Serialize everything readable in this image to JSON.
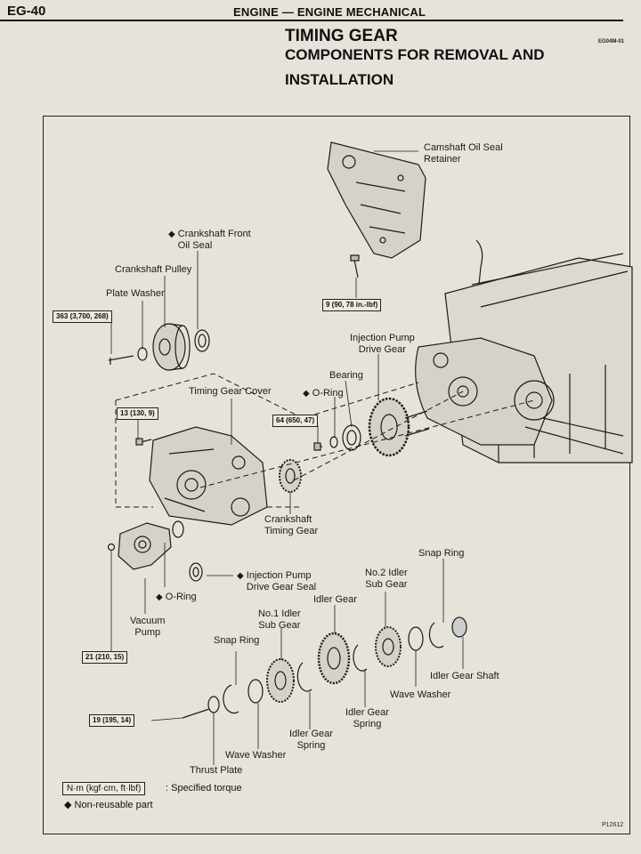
{
  "header": {
    "page_number": "EG-40",
    "section": "ENGINE — ENGINE MECHANICAL",
    "title_line1": "TIMING GEAR",
    "title_line2": "COMPONENTS FOR REMOVAL AND",
    "title_line3": "INSTALLATION",
    "code": "EG04M-01"
  },
  "parts": {
    "camshaft_oil_seal_retainer": "Camshaft Oil Seal\nRetainer",
    "crankshaft_front_oil_seal": "Crankshaft Front\nOil Seal",
    "crankshaft_pulley": "Crankshaft Pulley",
    "plate_washer": "Plate Washer",
    "injection_pump_drive_gear": "Injection Pump\nDrive Gear",
    "bearing": "Bearing",
    "o_ring_top": "O-Ring",
    "timing_gear_cover": "Timing Gear Cover",
    "crankshaft_timing_gear": "Crankshaft\nTiming Gear",
    "injection_pump_drive_gear_seal": "Injection Pump\nDrive Gear Seal",
    "o_ring_bottom": "O-Ring",
    "vacuum_pump": "Vacuum\nPump",
    "snap_ring_right": "Snap Ring",
    "no2_idler_sub_gear": "No.2 Idler\nSub Gear",
    "idler_gear": "Idler Gear",
    "no1_idler_sub_gear": "No.1 Idler\nSub Gear",
    "snap_ring_left": "Snap Ring",
    "idler_gear_shaft": "Idler Gear Shaft",
    "wave_washer_right": "Wave Washer",
    "idler_gear_spring_right": "Idler Gear\nSpring",
    "idler_gear_spring_left": "Idler Gear\nSpring",
    "wave_washer_left": "Wave Washer",
    "thrust_plate": "Thrust Plate"
  },
  "torques": {
    "t363": "363 (3,700, 268)",
    "t9": "9 (90, 78 in.-lbf)",
    "t13": "13 (130, 9)",
    "t64": "64 (650, 47)",
    "t21": "21 (210, 15)",
    "t19": "19 (195, 14)"
  },
  "legend": {
    "torque_unit": "N·m (kgf·cm, ft·lbf)",
    "torque_desc": ": Specified torque",
    "nonreusable": "◆  Non-reusable part"
  },
  "figure_code": "P12612",
  "symbols": {
    "nonreusable_mark": "◆"
  }
}
